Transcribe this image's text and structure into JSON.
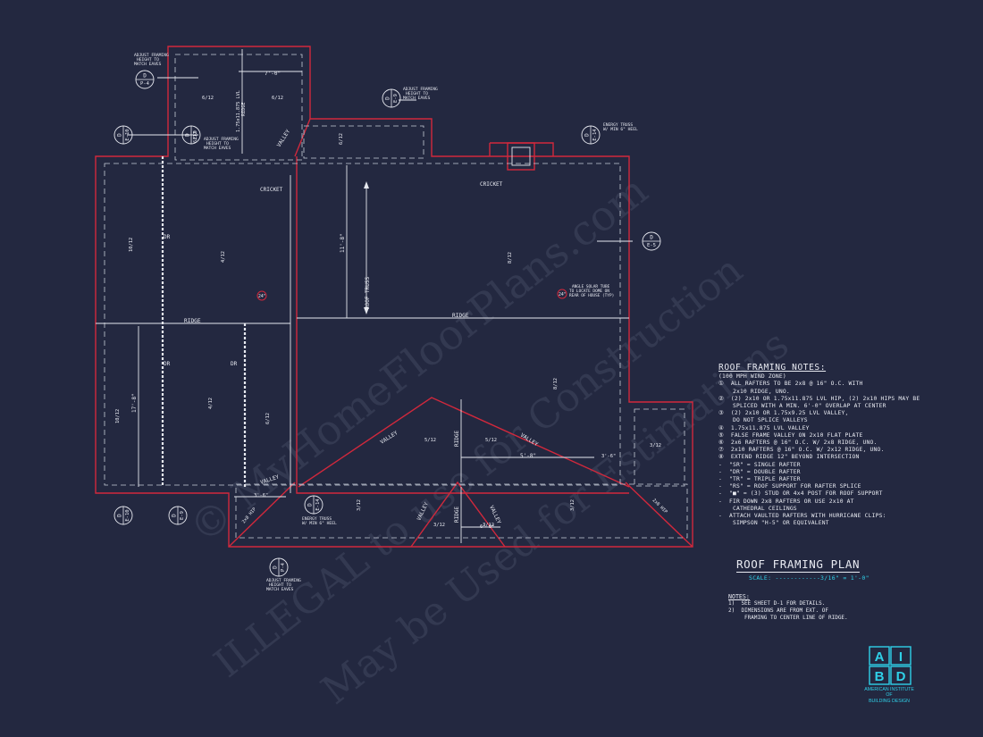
{
  "watermark": {
    "line1": "© MyHomeFloorPlans.com",
    "line2": "ILLEGAL to use for Construction",
    "line3": "May be Used for Estimations"
  },
  "labels": {
    "adjust_framing": "ADJUST FRAMING\nHEIGHT TO\nMATCH EAVES",
    "energy_truss": "ENERGY TRUSS\nW/ MIN 6\" HEEL",
    "angle_solar_tube": "ANGLE SOLAR TUBE\nTO LOCATE DOME ON\nREAR OF HOUSE (TYP)",
    "cricket": "CRICKET",
    "ridge": "RIDGE",
    "valley": "VALLEY",
    "dr": "DR",
    "roof_truss": "ROOF TRUSS",
    "lvl_ridge": "1.75x11.875 LVL\nRIDGE",
    "hip": "2x8 HIP",
    "d": "D",
    "e": "E",
    "letter_d": "D",
    "letter_e": "E",
    "sheet_p4": "P-4",
    "sheet_e9": "E-9",
    "sheet_e5": "E-5",
    "sheet_e10": "E-10",
    "sheet_e14": "E-14",
    "sheet_e8": "E-8"
  },
  "dimensions": {
    "d_7_0": "7'-0\"",
    "d_11_8": "11'-8\"",
    "d_17_8": "17'-8\"",
    "d_5_8": "5'-8\"",
    "d_3_6": "3'-6\"",
    "d_6_0": "6'-0\"",
    "pitch_6_12": "6/12",
    "pitch_8_12": "8/12",
    "pitch_5_12": "5/12",
    "pitch_4_12": "4/12",
    "pitch_10_12": "10/12",
    "pitch_3_12": "3/12",
    "s24": "24\""
  },
  "notes": {
    "title": "ROOF FRAMING NOTES:",
    "lines": [
      "(100 MPH WIND ZONE)",
      "①  ALL RAFTERS TO BE 2x8 @ 16\" O.C. WITH",
      "    2x10 RIDGE, UNO.",
      "②  (2) 2x10 OR 1.75x11.875 LVL HIP, (2) 2x10 HIPS MAY BE",
      "    SPLICED WITH A MIN. 6'-0\" OVERLAP AT CENTER",
      "③  (2) 2x10 OR 1.75x9.25 LVL VALLEY,",
      "    DO NOT SPLICE VALLEYS",
      "④  1.75x11.875 LVL VALLEY",
      "⑤  FALSE FRAME VALLEY ON 2x10 FLAT PLATE",
      "⑥  2x6 RAFTERS @ 16\" O.C. W/ 2x8 RIDGE, UNO.",
      "⑦  2x10 RAFTERS @ 16\" O.C. W/ 2x12 RIDGE, UNO.",
      "⑧  EXTEND RIDGE 12\" BEYOND INTERSECTION",
      "-  \"SR\" = SINGLE RAFTER",
      "-  \"DR\" = DOUBLE RAFTER",
      "-  \"TR\" = TRIPLE RAFTER",
      "-  \"RS\" = ROOF SUPPORT FOR RAFTER SPLICE",
      "-  \"■\" = (3) STUD OR 4x4 POST FOR ROOF SUPPORT",
      "-  FIR DOWN 2x8 RAFTERS OR USE 2x10 AT",
      "    CATHEDRAL CEILINGS",
      "-  ATTACH VAULTED RAFTERS WITH HURRICANE CLIPS:",
      "    SIMPSON \"H-5\" OR EQUIVALENT"
    ]
  },
  "plan_title": "ROOF FRAMING PLAN",
  "plan_scale": "SCALE: ------------3/16\" = 1'-0\"",
  "general_notes": {
    "title": "NOTES:",
    "lines": [
      "1)  SEE SHEET D-1 FOR DETAILS.",
      "2)  DIMENSIONS ARE FROM EXT. OF",
      "     FRAMING TO CENTER LINE OF RIDGE."
    ]
  },
  "logo": {
    "a": "A",
    "i": "I",
    "b": "B",
    "d": "D",
    "caption": "AMERICAN INSTITUTE\nOF\nBUILDING DESIGN",
    "color": "#2fd0e8"
  },
  "colors": {
    "background": "#232840",
    "walls": "#d1283c",
    "linework": "#e6e8ef",
    "accent": "#2fd0e8"
  }
}
